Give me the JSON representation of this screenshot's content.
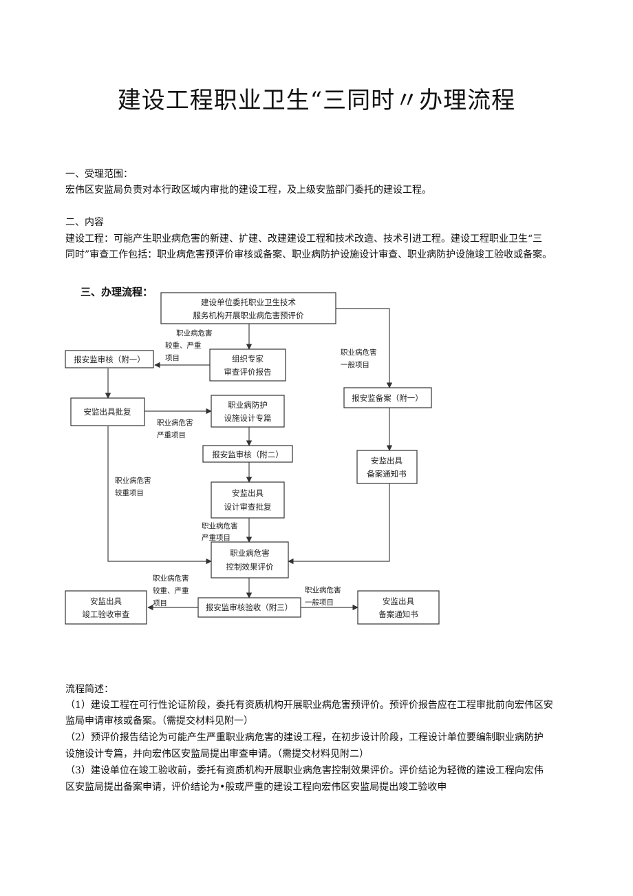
{
  "title": "建设工程职业卫生“三同时〃办理流程",
  "sections": {
    "scope_heading": "一、受理范围：",
    "scope_text": "宏伟区安监局负责对本行政区域内审批的建设工程，及上级安监部门委托的建设工程。",
    "content_heading": "二、内容",
    "content_line1": "建设工程：可能产生职业病危害的新建、扩建、改建建设工程和技术改造、技术引进工程。建设工程职业卫生“三",
    "content_line2": "同时”审查工作包括：职业病危害预评价审核或备案、职业病防护设施设计审查、职业病防护设施竣工验收或备案。"
  },
  "flow": {
    "heading": "三、办理流程：",
    "boxes": {
      "start_l1": "建设单位委托职业卫生技术",
      "start_l2": "服务机构开展职业病危害预评价",
      "expert_l1": "组织专家",
      "expert_l2": "审查评价报告",
      "report_review1": "报安监审核（附一）",
      "approval": "安监出具批复",
      "design_l1": "职业病防护",
      "design_l2": "设施设计专篇",
      "report_review2": "报安监审核（附二）",
      "design_approval_l1": "安监出具",
      "design_approval_l2": "设计审查批复",
      "record1": "报安监备案（附一）",
      "record_notice_l1": "安监出具",
      "record_notice_l2": "备案通知书",
      "control_eval_l1": "职业病危害",
      "control_eval_l2": "控制效果评价",
      "acceptance": "报安监审核验收（附三）",
      "completion_l1": "安监出具",
      "completion_l2": "竣工验收审查",
      "record_notice2_l1": "安监出具",
      "record_notice2_l2": "备案通知书"
    },
    "labels": {
      "l1_a": "职业病危害",
      "l1_b": "较重、严重",
      "l1_c": "项目",
      "l2_a": "职业病危害",
      "l2_b": "一般项目",
      "l3_a": "职业病危害",
      "l3_b": "严重项目",
      "l4_a": "职业病危害",
      "l4_b": "较重项目",
      "l5_a": "职业病危害",
      "l5_b": "严重项目",
      "l6_a": "职业病危害",
      "l6_b": "较重、严重",
      "l6_c": "项目",
      "l7_a": "职业病危害",
      "l7_b": "一般项目"
    }
  },
  "summary": {
    "heading": "流程简述：",
    "item1_line1": "（1）建设工程在可行性论证阶段，委托有资质机构开展职业病危害预评价。预评价报告应在工程审批前向宏伟区安",
    "item1_line2": "监局申请审核或备案。（需提交材料见附一）",
    "item2_line1": "（2）预评价报告结论为可能产生严重职业病危害的建设工程，在初步设计阶段，工程设计单位要编制职业病防护",
    "item2_line2": "设施设计专篇，并向宏伟区安监局提出审查申请。（需提交材料见附二）",
    "item3_line1": "（3）建设单位在竣工验收前，委托有资质机构开展职业病危害控制效果评价。评价结论为轻微的建设工程向宏伟",
    "item3_line2": "区安监局提出备案申请，评价结论为•般或严重的建设工程向宏伟区安监局提出竣工验收申"
  }
}
